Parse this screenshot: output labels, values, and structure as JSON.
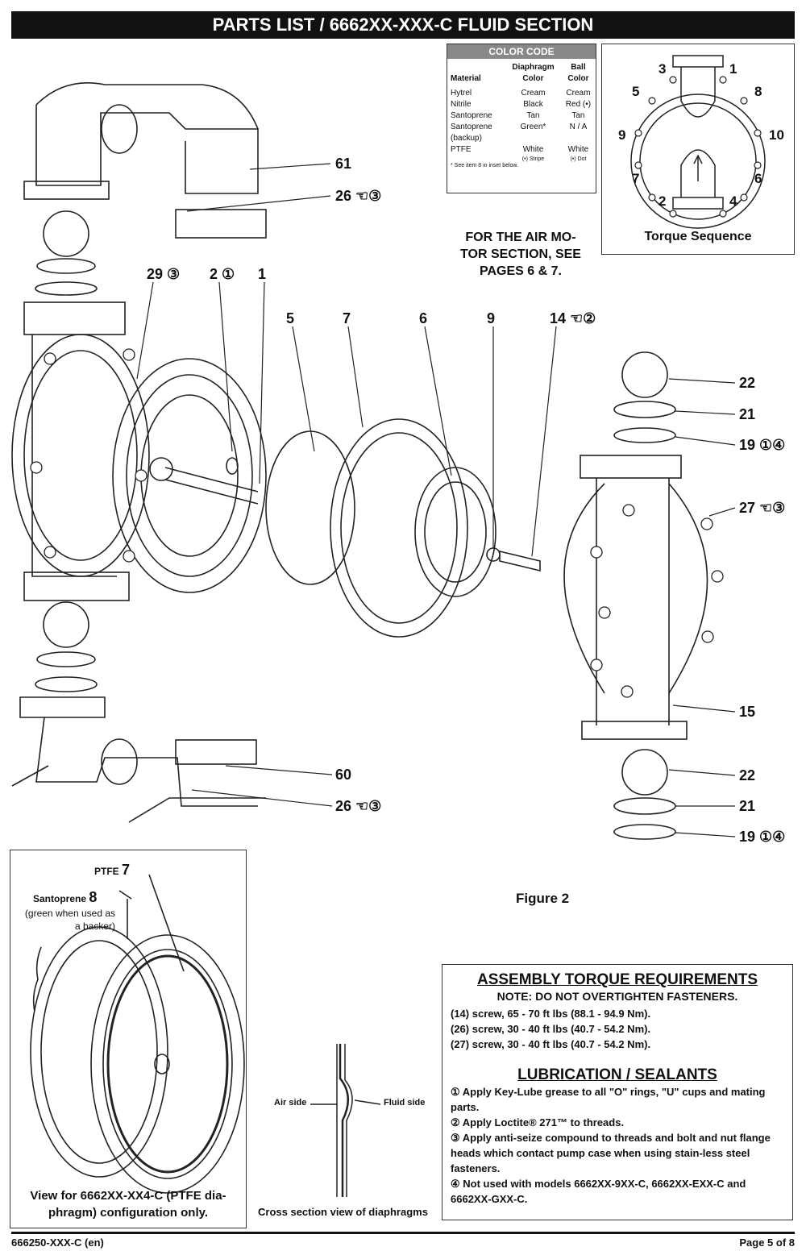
{
  "header": {
    "title": "PARTS LIST / 6662XX-XXX-C FLUID SECTION"
  },
  "color_code": {
    "title": "COLOR CODE",
    "headers": [
      "Material",
      "Diaphragm Color",
      "Ball Color"
    ],
    "rows": [
      [
        "Hytrel",
        "Cream",
        "Cream"
      ],
      [
        "Nitrile",
        "Black",
        "Red (•)"
      ],
      [
        "Santoprene",
        "Tan",
        "Tan"
      ],
      [
        "Santoprene (backup)",
        "Green*",
        "N / A"
      ],
      [
        "PTFE",
        "White",
        "White"
      ]
    ],
    "ptfe_notes": [
      "(•) Stripe",
      "(•) Dot"
    ],
    "footnote": "* See item 8 in inset below."
  },
  "torque_sequence": {
    "label": "Torque Sequence",
    "numbers": [
      "3",
      "1",
      "5",
      "8",
      "9",
      "10",
      "7",
      "6",
      "2",
      "4"
    ]
  },
  "air_motor_note": "FOR THE AIR MO-TOR SECTION, SEE PAGES 6 & 7.",
  "callouts": {
    "c61": "61",
    "c26a": "26 ☜③",
    "c29": "29 ③",
    "c2": "2 ①",
    "c1": "1",
    "c5": "5",
    "c7": "7",
    "c6": "6",
    "c9": "9",
    "c14": "14 ☜②",
    "c22a": "22",
    "c21a": "21",
    "c19a": "19 ①④",
    "c27": "27 ☜③",
    "c15": "15",
    "c60": "60",
    "c26b": "26 ☜③",
    "c22b": "22",
    "c21b": "21",
    "c19b": "19 ①④"
  },
  "inset": {
    "ptfe_label": "PTFE",
    "ptfe_num": "7",
    "santo_label": "Santoprene",
    "santo_num": "8",
    "santo_note": "(green when used as a backer)",
    "caption": "View for 6662XX-XX4-C (PTFE dia-phragm) configuration only.",
    "air_side": "Air side",
    "fluid_side": "Fluid side",
    "cross_caption": "Cross section view of diaphragms"
  },
  "figure_label": "Figure 2",
  "requirements": {
    "title": "ASSEMBLY TORQUE REQUIREMENTS",
    "note": "NOTE: DO NOT OVERTIGHTEN FASTENERS.",
    "torques": [
      "(14) screw, 65 - 70 ft lbs (88.1 - 94.9 Nm).",
      "(26) screw, 30 - 40 ft lbs (40.7 - 54.2 Nm).",
      "(27) screw, 30 - 40 ft lbs (40.7 - 54.2 Nm)."
    ],
    "lube_title": "LUBRICATION / SEALANTS",
    "lube": [
      "① Apply Key-Lube grease to all \"O\" rings, \"U\" cups and mating parts.",
      "② Apply Loctite® 271™ to threads.",
      "③ Apply anti-seize compound to threads and bolt and nut flange heads which contact pump case when using stain-less steel fasteners.",
      "④ Not used with models 6662XX-9XX-C, 6662XX-EXX-C and 6662XX-GXX-C."
    ]
  },
  "footer": {
    "left": "666250-XXX-C (en)",
    "right": "Page 5 of 8"
  }
}
